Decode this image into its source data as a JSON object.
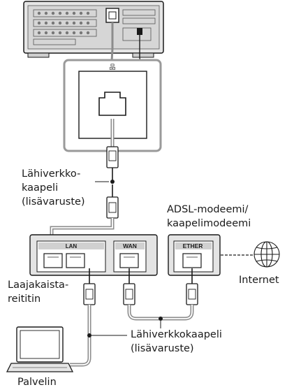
{
  "labels": {
    "lan_cable_top": [
      "Lähiverkko-",
      "kaapeli",
      "(lisävaruste)"
    ],
    "modem": [
      "ADSL-modeemi/",
      "kaapelimodeemi"
    ],
    "router": [
      "Laajakaista-",
      "reititin"
    ],
    "internet": "Internet",
    "lan_cable_bottom": [
      "Lähiverkkokaapeli",
      "(lisävaruste)"
    ],
    "server": "Palvelin"
  },
  "ports": {
    "lan": "LAN",
    "wan": "WAN",
    "ether": "ETHER",
    "network_symbol": "品"
  },
  "colors": {
    "line": "#1a1a1a",
    "device_gray": "#d9d9d9",
    "box_gray": "#bfbfbf",
    "cable_gray": "#8c8c8c"
  },
  "icons": [
    "network-port-icon",
    "globe-icon",
    "laptop-icon",
    "av-receiver-icon"
  ]
}
